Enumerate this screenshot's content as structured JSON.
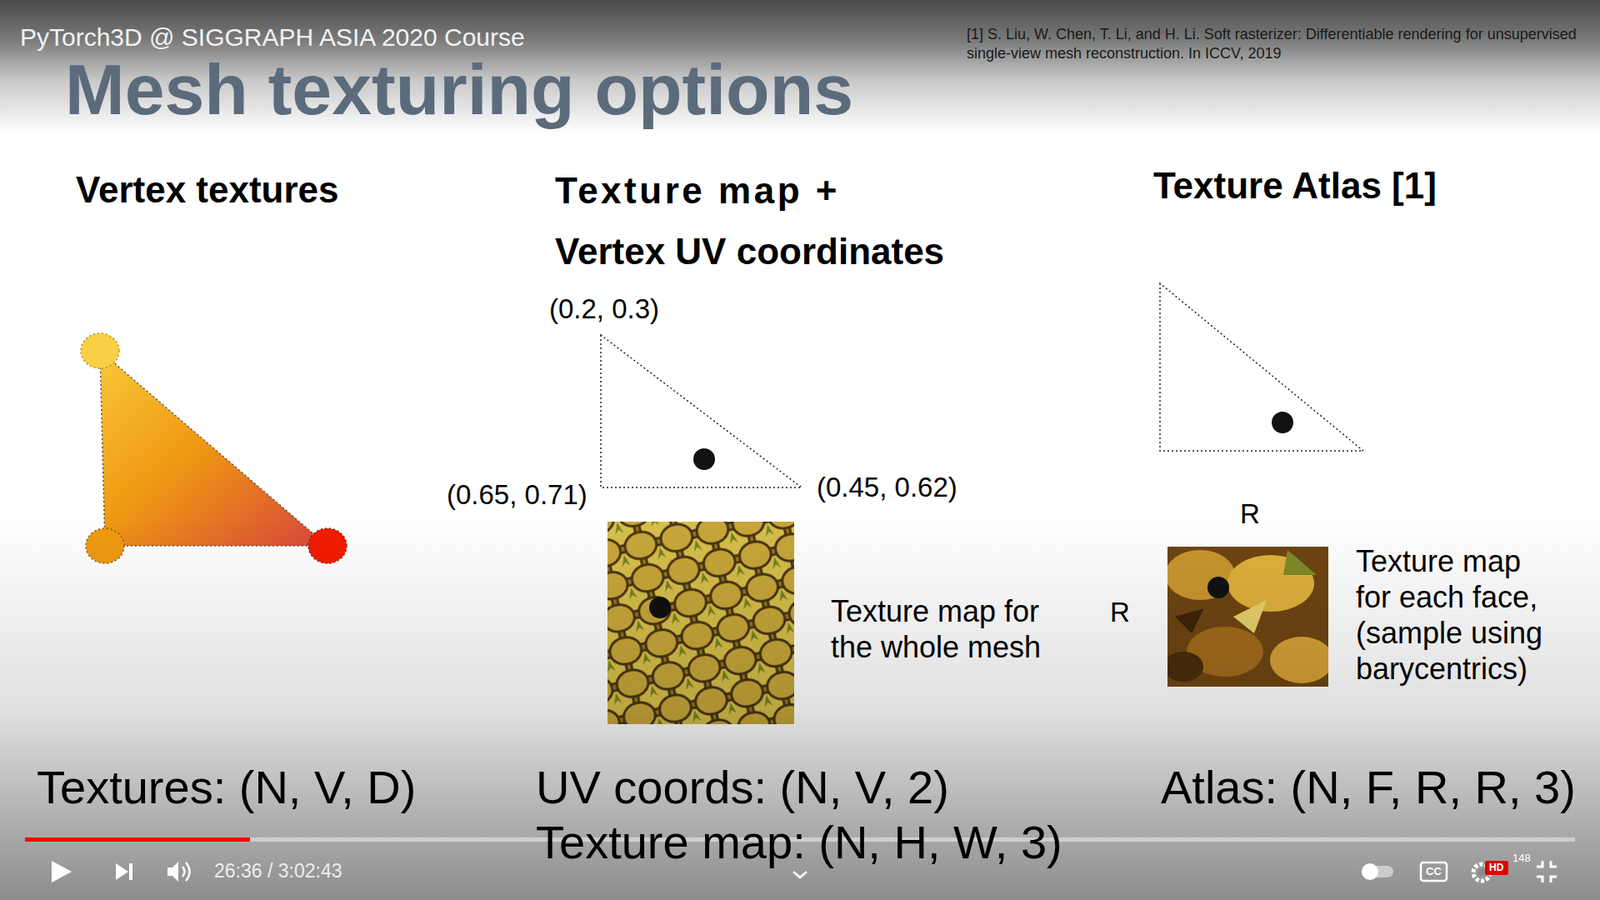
{
  "diagram": {
    "title": "Mesh texturing options",
    "labels": [
      "PyTorch3D @ SIGGRAPH ASIA 2020 Course",
      "[1] S. Liu, W. Chen, T. Li, and H. Li. Soft rasterizer: Differentiable rendering for unsupervised single-view mesh reconstruction. In ICCV, 2019",
      "Vertex textures",
      "Texture map + Vertex UV coordinates",
      "Texture Atlas [1]",
      "(0.2, 0.3)",
      "(0.65, 0.71)",
      "(0.45, 0.62)",
      "Texture map for the whole mesh",
      "R",
      "R",
      "Texture map for each face, (sample using barycentrics)",
      "Textures: (N, V, D)",
      "UV coords: (N, V, 2)",
      "Texture map: (N, H, W, 3)",
      "Atlas: (N, F, R, R, 3)",
      "26:36 / 3:02:43",
      "CC",
      "HD",
      "148"
    ]
  }
}
